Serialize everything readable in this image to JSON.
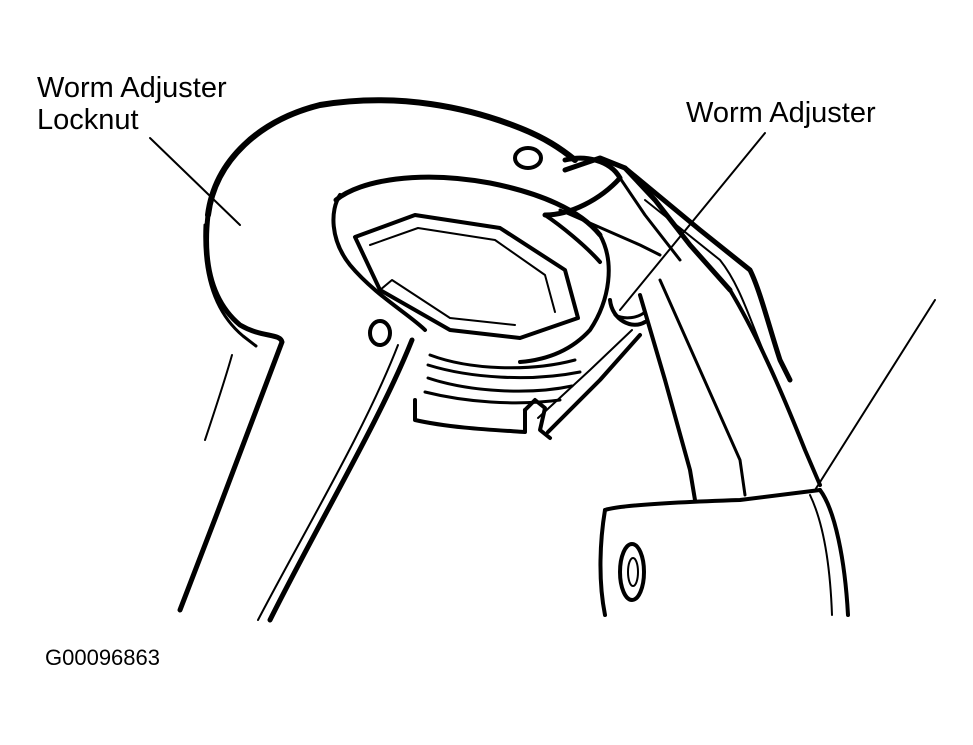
{
  "labels": {
    "locknut_line1": "Worm Adjuster",
    "locknut_line2": "Locknut",
    "adjuster": "Worm Adjuster",
    "figure_code": "G00096863"
  },
  "colors": {
    "ink": "#000000",
    "paper": "#ffffff"
  }
}
